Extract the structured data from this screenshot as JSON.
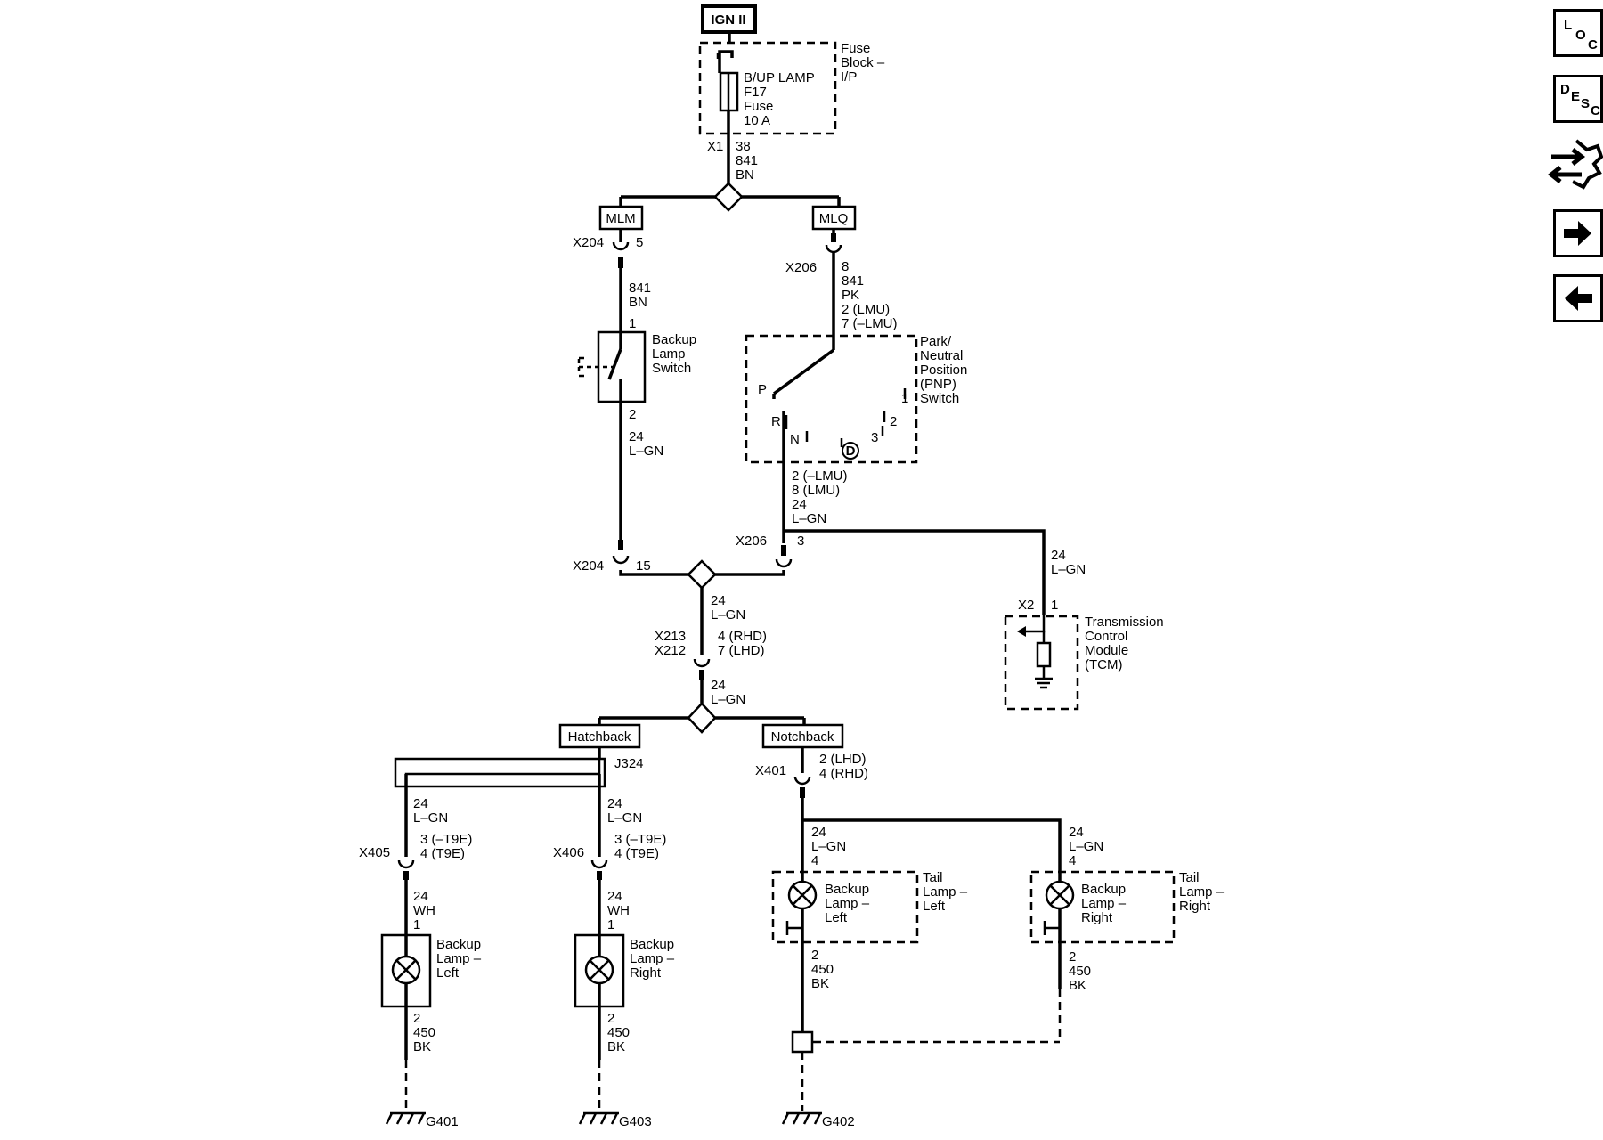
{
  "ignition": {
    "label": "IGN II"
  },
  "fuse_block": {
    "name": [
      "Fuse",
      "Block –",
      "I/P"
    ],
    "fuse": [
      "B/UP LAMP",
      "F17",
      "Fuse",
      "10 A"
    ],
    "conn": "X1",
    "pin": "38",
    "circuit": [
      "841",
      "BN"
    ]
  },
  "options": {
    "mlm": "MLM",
    "mlq": "MLQ",
    "hatchback": "Hatchback",
    "notchback": "Notchback"
  },
  "x204_top": {
    "conn": "X204",
    "pin": "5"
  },
  "bls_wire_top": [
    "841",
    "BN",
    "1"
  ],
  "backup_lamp_switch": {
    "name": [
      "Backup",
      "Lamp",
      "Switch"
    ]
  },
  "bls_wire_bottom": [
    "2",
    "24",
    "L–GN"
  ],
  "x206_top": {
    "conn": "X206",
    "pin": "8"
  },
  "pnp_wire_top": [
    "841",
    "PK",
    "2 (LMU)",
    "7 (–LMU)"
  ],
  "pnp_switch": {
    "name": [
      "Park/",
      "Neutral",
      "Position",
      "(PNP)",
      "Switch"
    ],
    "positions": {
      "p": "P",
      "r": "R",
      "n": "N",
      "d": "D",
      "g3": "3",
      "g2": "2",
      "g1": "1"
    }
  },
  "pnp_wire_bottom": [
    "2 (–LMU)",
    "8 (LMU)",
    "24",
    "L–GN"
  ],
  "x206_bottom": {
    "conn": "X206",
    "pin": "3"
  },
  "x204_bottom": {
    "conn": "X204",
    "pin": "15"
  },
  "tcm_wire": [
    "24",
    "L–GN"
  ],
  "tcm": {
    "conn": "X2",
    "pin": "1",
    "name": [
      "Transmission",
      "Control",
      "Module",
      "(TCM)"
    ]
  },
  "splice_wire": [
    "24",
    "L–GN"
  ],
  "x213": {
    "conn_a": "X213",
    "conn_b": "X212",
    "pin_a": "4 (RHD)",
    "pin_b": "7 (LHD)"
  },
  "after_x213": [
    "24",
    "L–GN"
  ],
  "j324": {
    "label": "J324"
  },
  "x401": {
    "conn": "X401",
    "pin_a": "2 (LHD)",
    "pin_b": "4 (RHD)"
  },
  "hatch_left": {
    "wire_top": [
      "24",
      "L–GN",
      "3 (–T9E)",
      "4 (T9E)"
    ],
    "conn": "X405",
    "wire_mid": [
      "24",
      "WH",
      "1"
    ],
    "lamp": [
      "Backup",
      "Lamp –",
      "Left"
    ],
    "wire_bottom": [
      "2",
      "450",
      "BK"
    ],
    "ground": "G401"
  },
  "hatch_right": {
    "wire_top": [
      "24",
      "L–GN",
      "3 (–T9E)",
      "4 (T9E)"
    ],
    "conn": "X406",
    "wire_mid": [
      "24",
      "WH",
      "1"
    ],
    "lamp": [
      "Backup",
      "Lamp –",
      "Right"
    ],
    "wire_bottom": [
      "2",
      "450",
      "BK"
    ],
    "ground": "G403"
  },
  "notch_left": {
    "wire_top": [
      "24",
      "L–GN",
      "4"
    ],
    "lamp": [
      "Backup",
      "Lamp –",
      "Left"
    ],
    "housing": [
      "Tail",
      "Lamp –",
      "Left"
    ],
    "wire_bottom": [
      "2",
      "450",
      "BK"
    ]
  },
  "notch_right": {
    "wire_top": [
      "24",
      "L–GN",
      "4"
    ],
    "lamp": [
      "Backup",
      "Lamp –",
      "Right"
    ],
    "housing": [
      "Tail",
      "Lamp –",
      "Right"
    ],
    "wire_bottom": [
      "2",
      "450",
      "BK"
    ]
  },
  "notch_ground": {
    "label": "G402"
  },
  "nav": {
    "loc": [
      "L",
      "O",
      "C"
    ],
    "desc": [
      "D",
      "E",
      "S",
      "C"
    ],
    "icons": [
      "connector-nav-icon",
      "arrow-right-icon",
      "arrow-left-icon"
    ]
  }
}
